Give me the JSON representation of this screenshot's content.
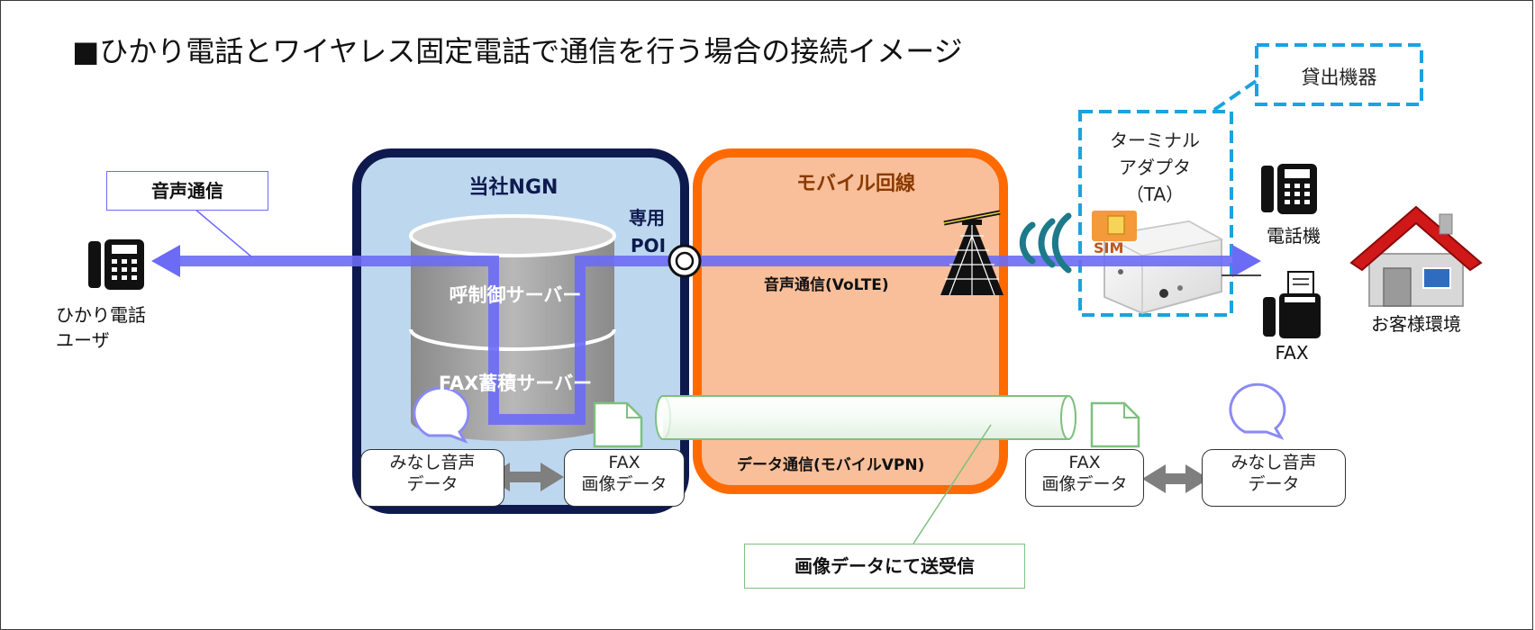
{
  "title": "■ひかり電話とワイヤレス固定電話で通信を行う場合の接続イメージ",
  "regions": {
    "ngn": "当社NGN",
    "mobile": "モバイル回線",
    "lent": "貸出機器"
  },
  "poi": {
    "line1": "専用",
    "line2": "POI"
  },
  "servers": {
    "call_control": "呼制御サーバー",
    "fax_storage": "FAX蓄積サーバー"
  },
  "labels": {
    "voice_comm": "音声通信",
    "voice_volte": "音声通信(VoLTE)",
    "data_vpn": "データ通信(モバイルVPN)",
    "image_send": "画像データにて送受信",
    "hikari_user_1": "ひかり電話",
    "hikari_user_2": "ユーザ",
    "ta_1": "ターミナル",
    "ta_2": "アダプタ",
    "ta_3": "（TA）",
    "sim": "SIM",
    "phone": "電話機",
    "fax": "FAX",
    "customer_env": "お客様環境"
  },
  "boxes": {
    "deemed_voice_1": "みなし音声",
    "deemed_voice_2": "データ",
    "fax_image_1": "FAX",
    "fax_image_2": "画像データ"
  },
  "colors": {
    "ngn_fill": "#bdd7ee",
    "ngn_border": "#0e1a4e",
    "mobile_fill": "#f8bf9a",
    "mobile_border": "#ff6a00",
    "arrow": "#6b6bf5",
    "dashed": "#1aa3e0",
    "green": "#7fc07f"
  },
  "icons": [
    "phone-icon",
    "fax-icon",
    "house-icon",
    "antenna-tower-icon",
    "signal-waves-icon",
    "terminal-adapter-icon",
    "sim-card-icon",
    "speech-bubble-icon",
    "document-icon",
    "pipe-icon"
  ]
}
